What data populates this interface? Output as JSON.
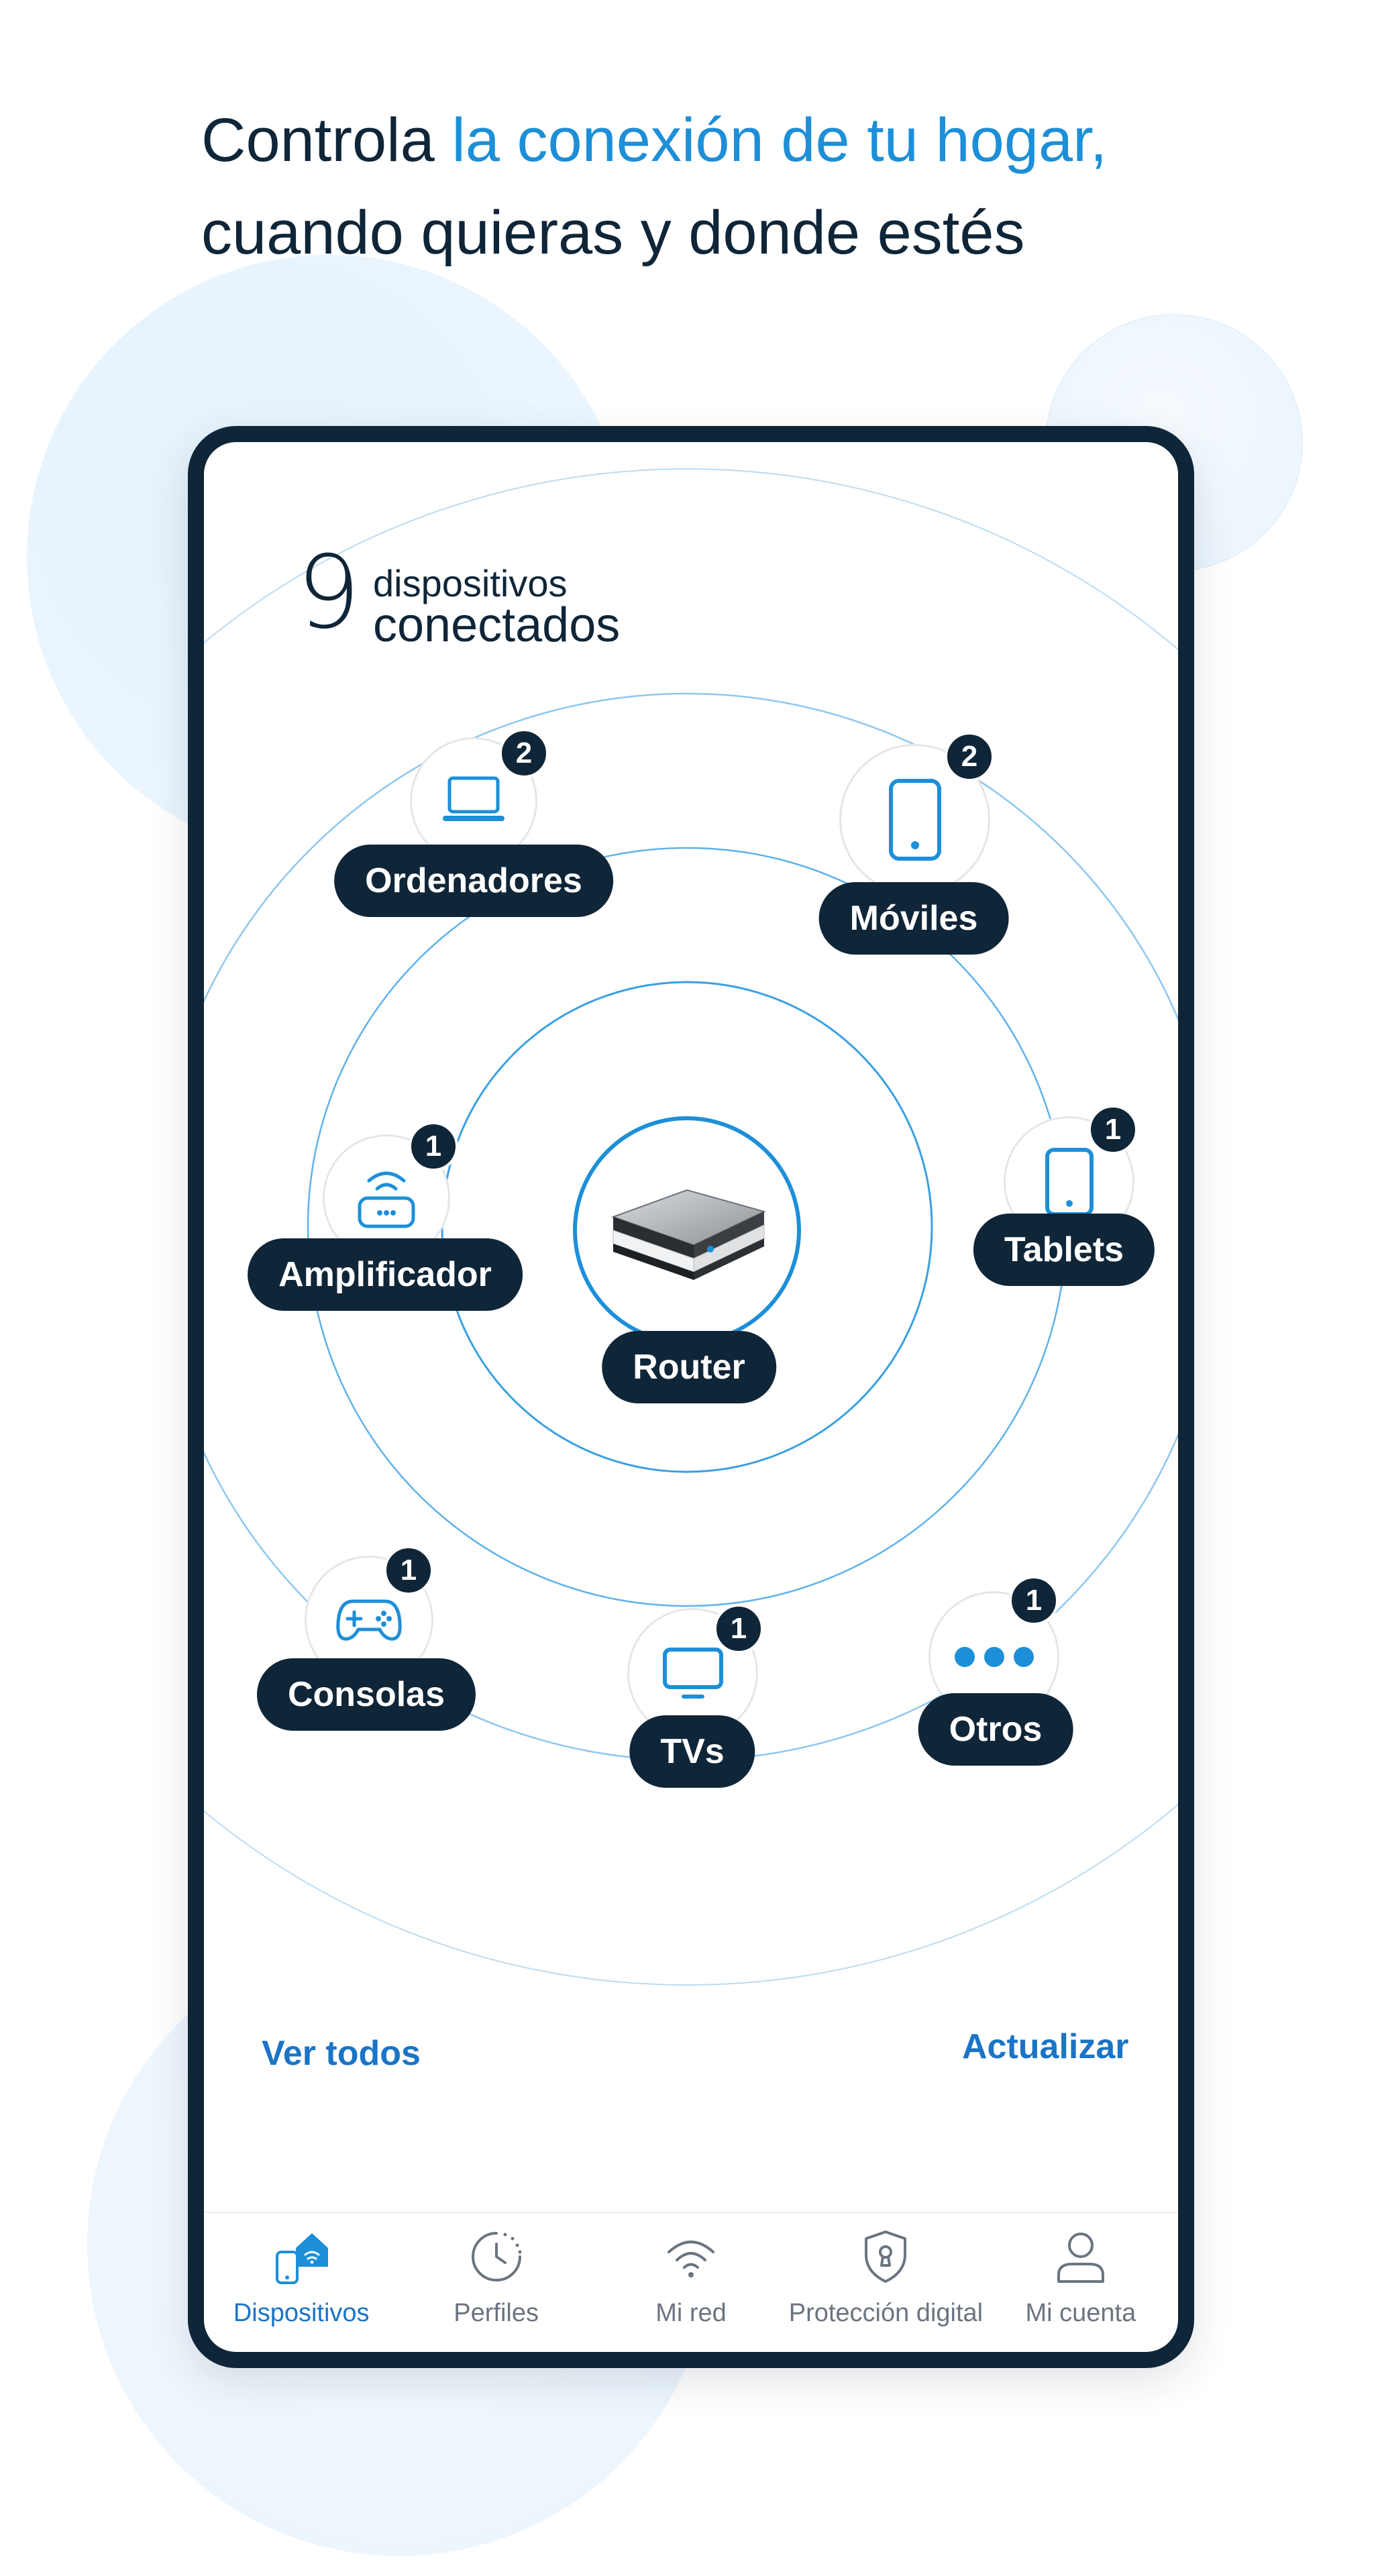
{
  "headline": {
    "line1_plain": "Controla ",
    "line1_accent": "la conexión de tu hogar,",
    "line2": "cuando quieras y donde estés"
  },
  "summary": {
    "count": "9",
    "label_top": "dispositivos",
    "label_bottom": "conectados"
  },
  "devices": [
    {
      "label": "Ordenadores",
      "count": "2",
      "icon": "laptop-icon"
    },
    {
      "label": "Móviles",
      "count": "2",
      "icon": "smartphone-icon"
    },
    {
      "label": "Amplificador",
      "count": "1",
      "icon": "wifi-extender-icon"
    },
    {
      "label": "Tablets",
      "count": "1",
      "icon": "tablet-icon"
    },
    {
      "label": "Consolas",
      "count": "1",
      "icon": "gamepad-icon"
    },
    {
      "label": "TVs",
      "count": "1",
      "icon": "tv-icon"
    },
    {
      "label": "Otros",
      "count": "1",
      "icon": "more-dots-icon"
    }
  ],
  "router": {
    "label": "Router",
    "icon": "router-image"
  },
  "links": {
    "see_all": "Ver todos",
    "refresh": "Actualizar"
  },
  "tabs": [
    {
      "label": "Dispositivos",
      "icon": "devices-home-icon",
      "active": true
    },
    {
      "label": "Perfiles",
      "icon": "clock-icon",
      "active": false
    },
    {
      "label": "Mi red",
      "icon": "wifi-icon",
      "active": false
    },
    {
      "label": "Protección digital",
      "icon": "shield-icon",
      "active": false
    },
    {
      "label": "Mi cuenta",
      "icon": "user-icon",
      "active": false
    }
  ],
  "colors": {
    "navy": "#0f2538",
    "accent": "#1d8fd8",
    "link": "#1b74c5",
    "inactive_tab": "#6b7480"
  }
}
